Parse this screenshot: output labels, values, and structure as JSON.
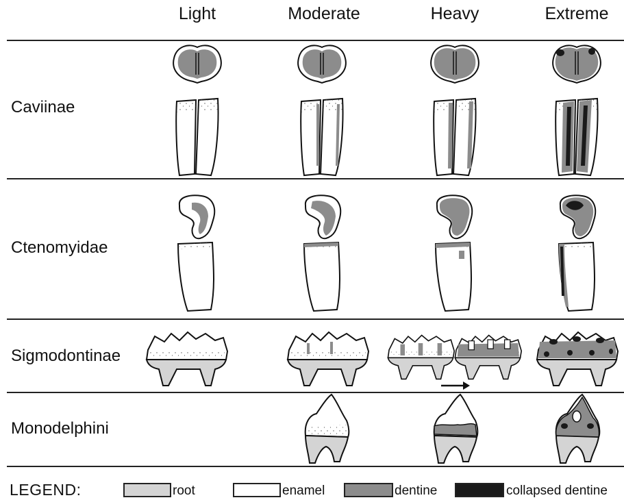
{
  "columns": [
    "Light",
    "Moderate",
    "Heavy",
    "Extreme"
  ],
  "rows": [
    "Caviinae",
    "Ctenomyidae",
    "Sigmodontinae",
    "Monodelphini"
  ],
  "legend": {
    "title": "LEGEND:",
    "items": [
      {
        "label": "root",
        "color": "#d4d4d4"
      },
      {
        "label": "enamel",
        "color": "#ffffff"
      },
      {
        "label": "dentine",
        "color": "#8c8c8c"
      },
      {
        "label": "collapsed dentine",
        "color": "#1a1a1a"
      }
    ]
  }
}
